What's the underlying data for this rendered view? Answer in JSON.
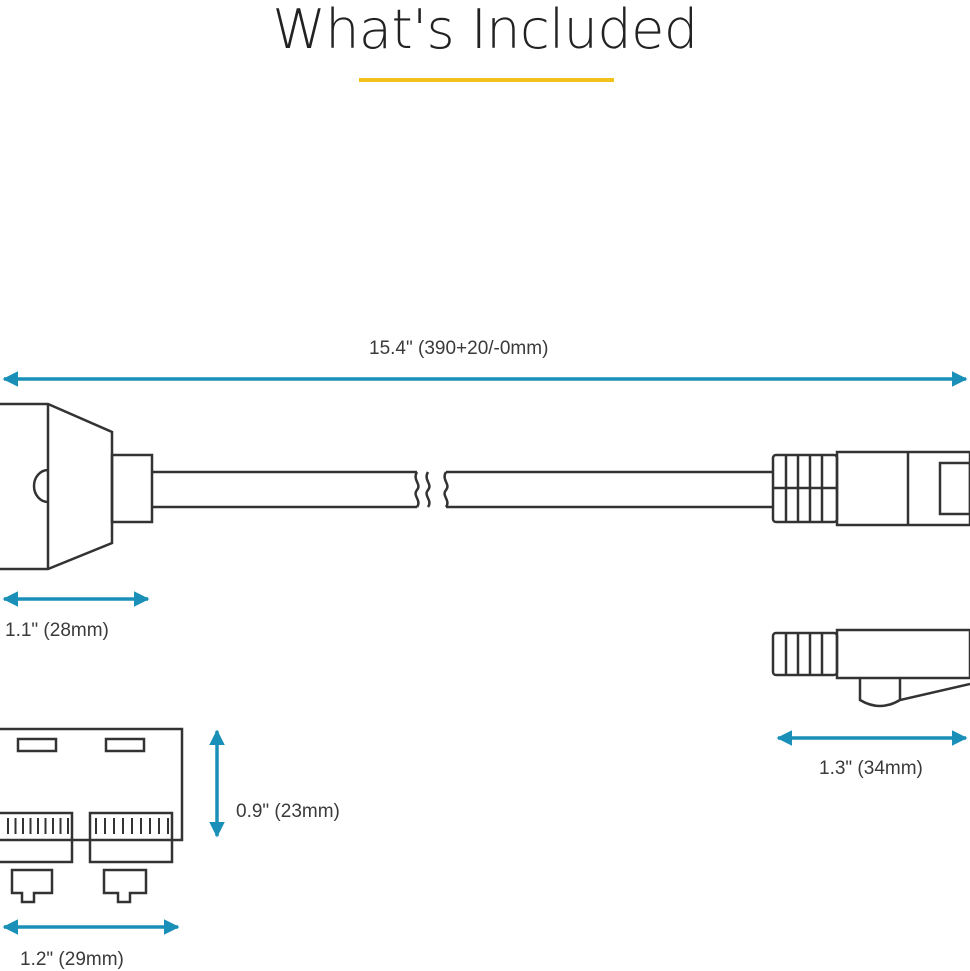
{
  "header": {
    "title": "What's Included"
  },
  "colors": {
    "accent_line": "#f2c21a",
    "dimension_arrow": "#1a8fb8",
    "drawing_stroke": "#333333"
  },
  "dimensions": {
    "overall_length": "15.4\" (390+20/-0mm)",
    "splitter_length": "1.1\" (28mm)",
    "plug_length": "1.3\" (34mm)",
    "splitter_height": "0.9\" (23mm)",
    "splitter_width": "1.2\" (29mm)"
  }
}
